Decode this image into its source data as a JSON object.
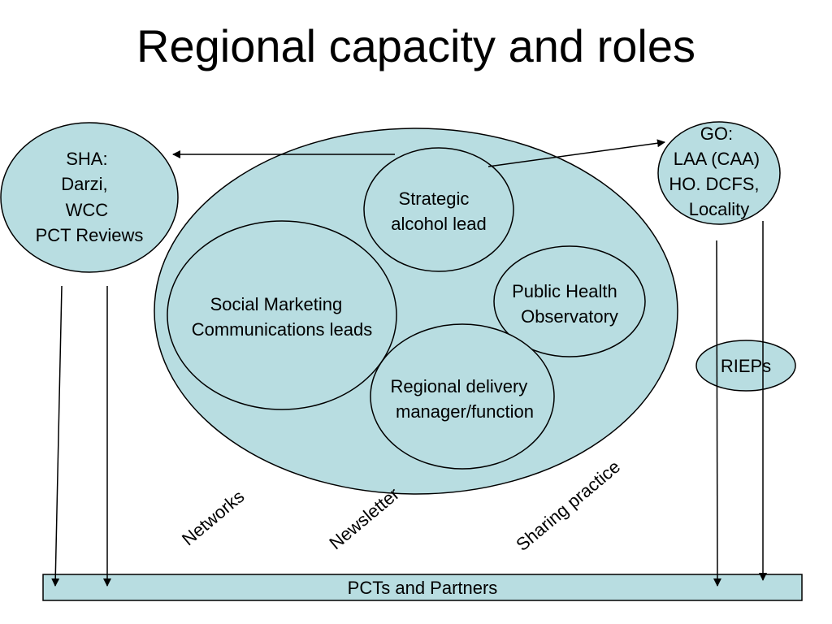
{
  "title": "Regional capacity and roles",
  "colors": {
    "fill": "#b8dde1",
    "stroke": "#000000",
    "background": "#ffffff"
  },
  "nodes": {
    "sha": {
      "lines": [
        "SHA:",
        "Darzi,",
        "WCC",
        "PCT Reviews"
      ]
    },
    "go": {
      "lines": [
        "GO:",
        "LAA (CAA)",
        "HO. DCFS,",
        "Locality"
      ]
    },
    "strategic": {
      "lines": [
        "Strategic",
        "alcohol lead"
      ]
    },
    "social": {
      "lines": [
        "Social Marketing",
        "Communications leads"
      ]
    },
    "phobs": {
      "lines": [
        "Public Health",
        "Observatory"
      ]
    },
    "delivery": {
      "lines": [
        "Regional delivery",
        "manager/function"
      ]
    },
    "rieps": {
      "lines": [
        "RIEPs"
      ]
    },
    "pcts": {
      "label": "PCTs and Partners"
    }
  },
  "diagonal_labels": {
    "networks": "Networks",
    "newsletter": "Newsletter",
    "sharing": "Sharing practice"
  }
}
